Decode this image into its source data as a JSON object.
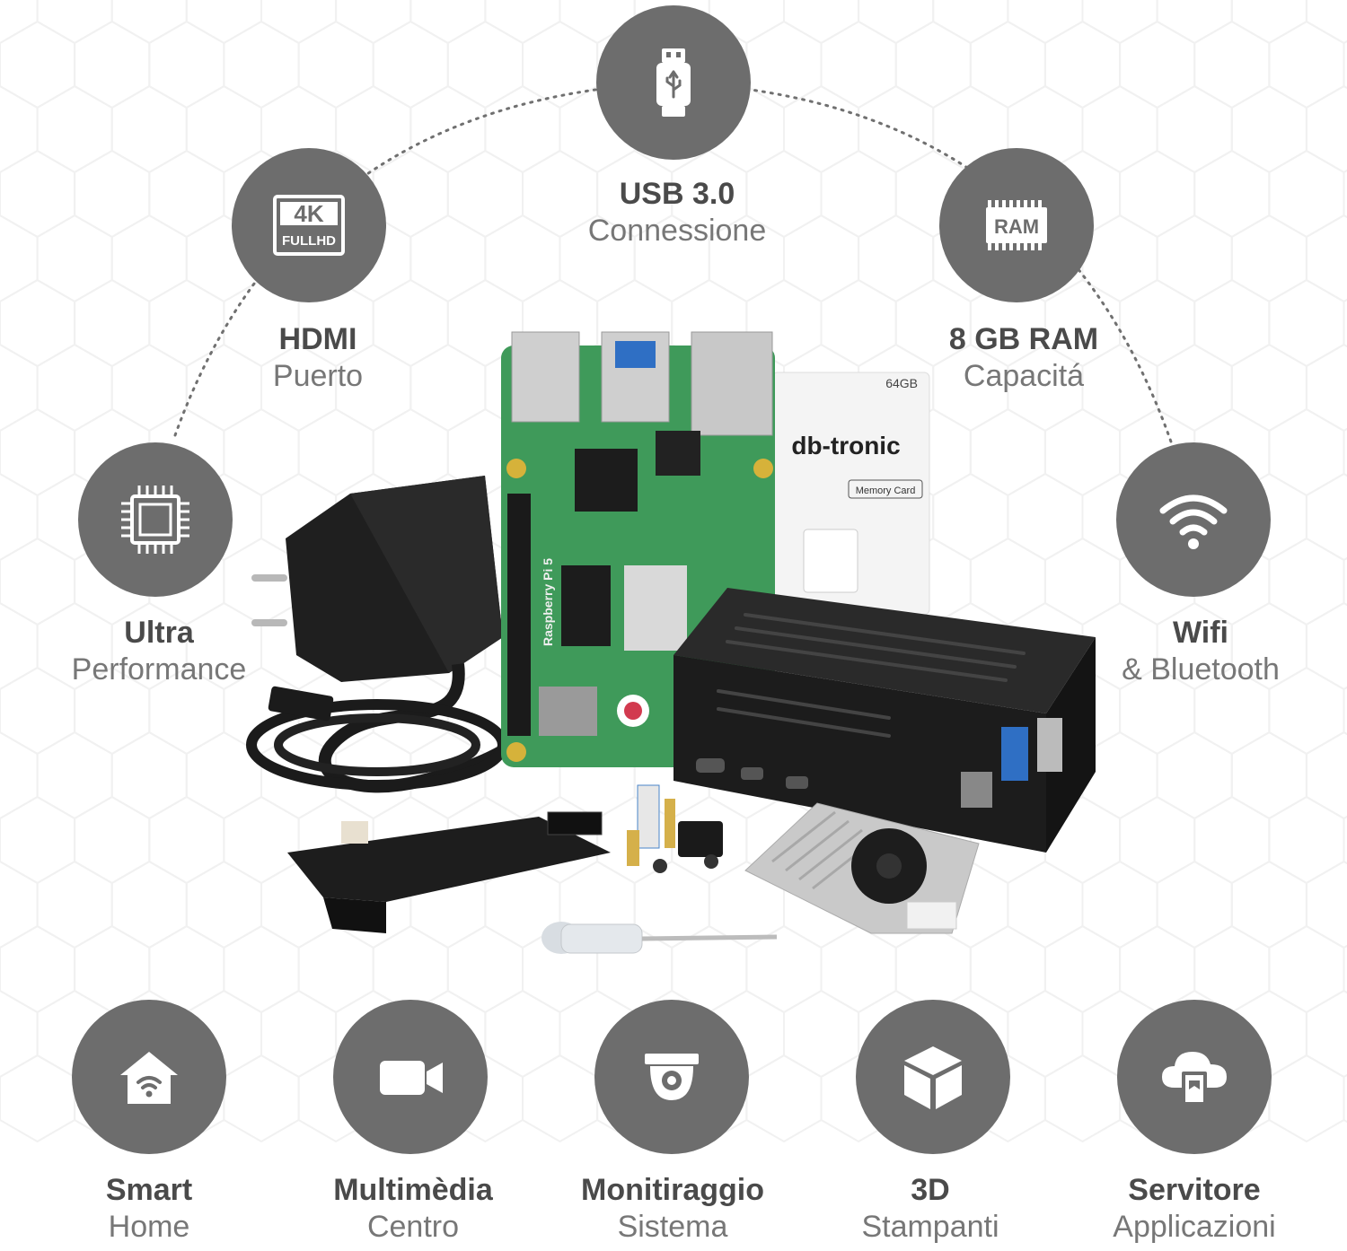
{
  "features": [
    {
      "id": "usb",
      "icon": "usb-stick-icon",
      "title": "USB 3.0",
      "subtitle": "Connessione"
    },
    {
      "id": "hdmi",
      "icon": "4k-fullhd-icon",
      "title": "HDMI",
      "subtitle": "Puerto",
      "icon_text_top": "4K",
      "icon_text_bottom": "FULLHD"
    },
    {
      "id": "ram",
      "icon": "ram-chip-icon",
      "title": "8 GB RAM",
      "subtitle": "Capacitá",
      "icon_text": "RAM"
    },
    {
      "id": "performance",
      "icon": "cpu-chip-icon",
      "title": "Ultra",
      "subtitle": "Performance"
    },
    {
      "id": "wifi",
      "icon": "wifi-icon",
      "title": "Wifi",
      "subtitle": "& Bluetooth"
    }
  ],
  "uses": [
    {
      "id": "smarthome",
      "icon": "smart-home-icon",
      "title": "Smart",
      "subtitle": "Home"
    },
    {
      "id": "multimedia",
      "icon": "video-camera-icon",
      "title": "Multimèdia",
      "subtitle": "Centro"
    },
    {
      "id": "monitoring",
      "icon": "security-camera-icon",
      "title": "Monitiraggio",
      "subtitle": "Sistema"
    },
    {
      "id": "print3d",
      "icon": "3d-cube-icon",
      "title": "3D",
      "subtitle": "Stampanti"
    },
    {
      "id": "server",
      "icon": "cloud-server-icon",
      "title": "Servitore",
      "subtitle": "Applicazioni"
    }
  ],
  "product": {
    "board_label": "Raspberry Pi 5",
    "sd_brand": "db-tronic",
    "sd_capacity": "64GB",
    "sd_card_label": "Memory Card"
  },
  "colors": {
    "circle": "#6d6d6d",
    "title_text": "#4a4a4a",
    "subtitle_text": "#777777",
    "board_green": "#3f9a5a",
    "case_black": "#1c1c1c"
  }
}
